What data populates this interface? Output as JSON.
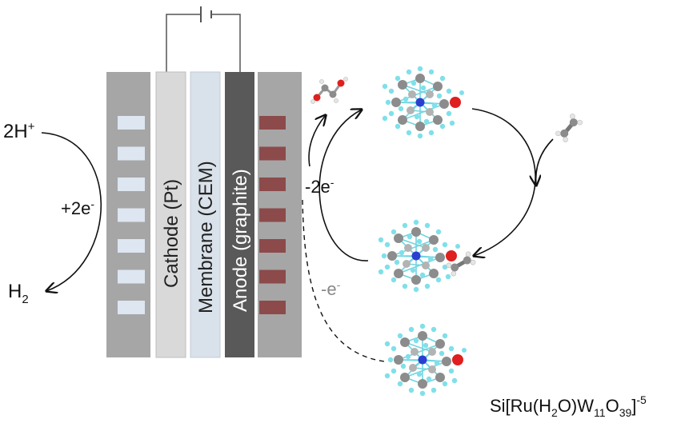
{
  "cell": {
    "cathode_label": "Cathode (Pt)",
    "membrane_label": "Membrane (CEM)",
    "anode_label": "Anode (graphite)"
  },
  "left_reaction": {
    "reactant": "2H",
    "reactant_sup": "+",
    "electrons": "+2e",
    "electrons_sup": "-",
    "product": "H",
    "product_sub": "2"
  },
  "right_cycle": {
    "electrons_main": "-2e",
    "electrons_main_sup": "-",
    "electrons_side": "-e",
    "electrons_side_sup": "-"
  },
  "catalyst_formula": {
    "p1": "Si[Ru(H",
    "s1": "2",
    "p2": "O)W",
    "s2": "11",
    "p3": "O",
    "s3": "39",
    "p4": "]",
    "sup": "-5"
  },
  "colors": {
    "cell_frame": "#a6a6a6",
    "cathode": "#d9d9d9",
    "membrane": "#d9e1ea",
    "anode": "#595959",
    "cathode_channel": "#dde6f1",
    "anode_channel": "#8c4a4a",
    "carbon": "#8c8c8c",
    "oxygen_bridge": "#7fe0ea",
    "silicon": "#2a3fd1",
    "ruthenium": "#e01f1f"
  }
}
